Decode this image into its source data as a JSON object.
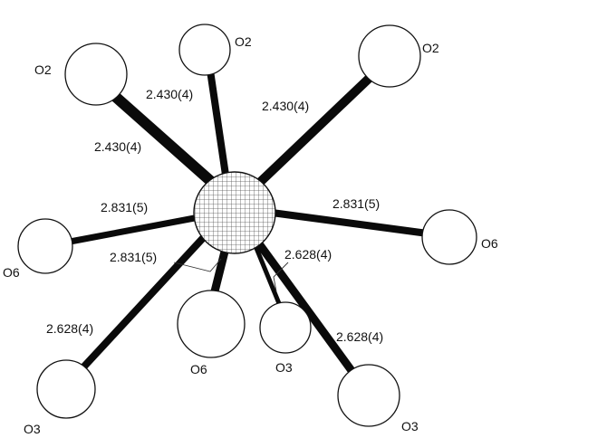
{
  "colors": {
    "ink": "#111111",
    "atom_fill": "#ffffff",
    "bond": "#0a0a0a",
    "hatch": "#555555",
    "background": "#ffffff"
  },
  "atoms": [
    {
      "id": "o2-top",
      "label": "O2"
    },
    {
      "id": "o2-upper-left",
      "label": "O2"
    },
    {
      "id": "o2-upper-right",
      "label": "O2"
    },
    {
      "id": "o6-left",
      "label": "O6"
    },
    {
      "id": "o6-right",
      "label": "O6"
    },
    {
      "id": "o6-bottom",
      "label": "O6"
    },
    {
      "id": "o3-bottom-left",
      "label": "O3"
    },
    {
      "id": "o3-bottom-mid",
      "label": "O3"
    },
    {
      "id": "o3-bottom-right",
      "label": "O3"
    }
  ],
  "bond_lengths": {
    "o2_top": "2.430(4)",
    "o2_left": "2.430(4)",
    "o2_right": "2.430(4)",
    "o6_left": "2.831(5)",
    "o6_right": "2.831(5)",
    "o6_bottom": "2.831(5)",
    "o3_mid": "2.628(4)",
    "o3_left": "2.628(4)",
    "o3_right": "2.628(4)"
  }
}
